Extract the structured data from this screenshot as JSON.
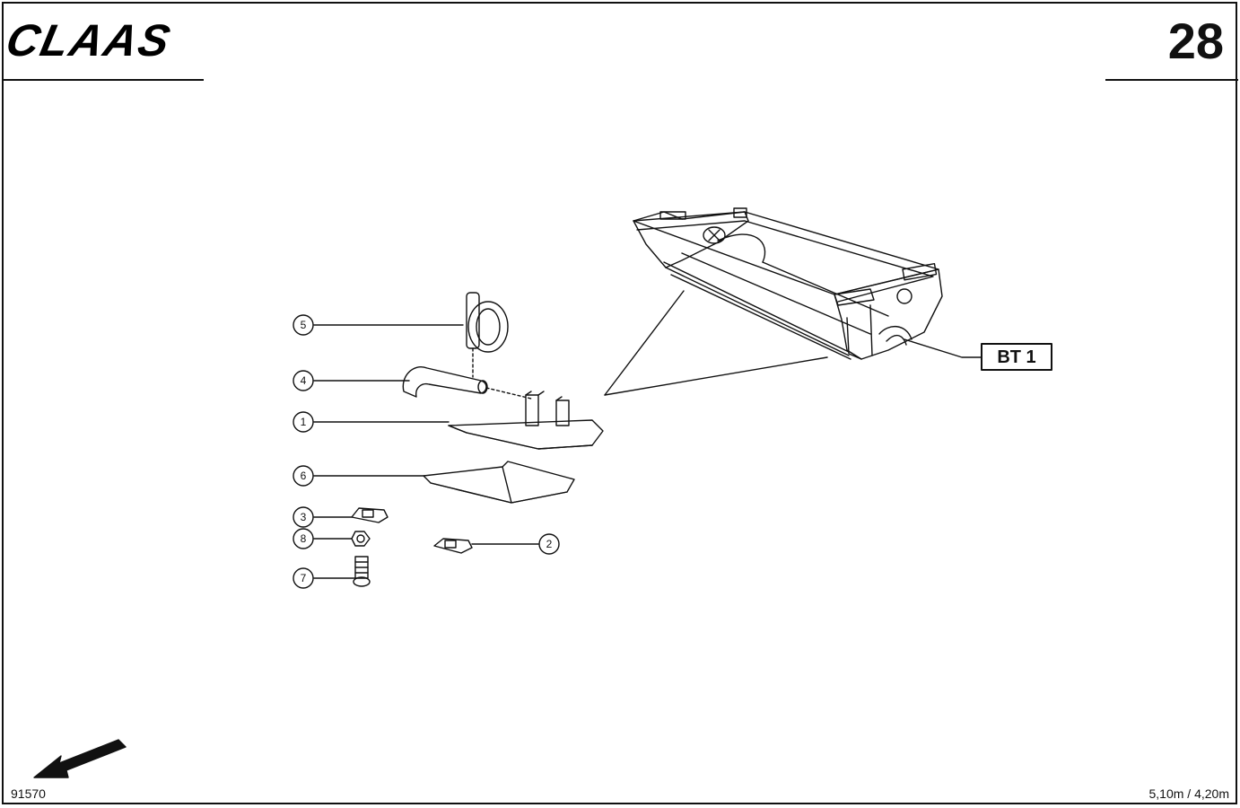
{
  "header": {
    "brand": "CLAAS",
    "page_number": "28"
  },
  "footer": {
    "drawing_code": "91570",
    "size_label": "5,10m / 4,20m"
  },
  "diagram": {
    "reference_label": "BT 1",
    "callouts": [
      "5",
      "4",
      "1",
      "6",
      "3",
      "8",
      "7",
      "2"
    ]
  }
}
